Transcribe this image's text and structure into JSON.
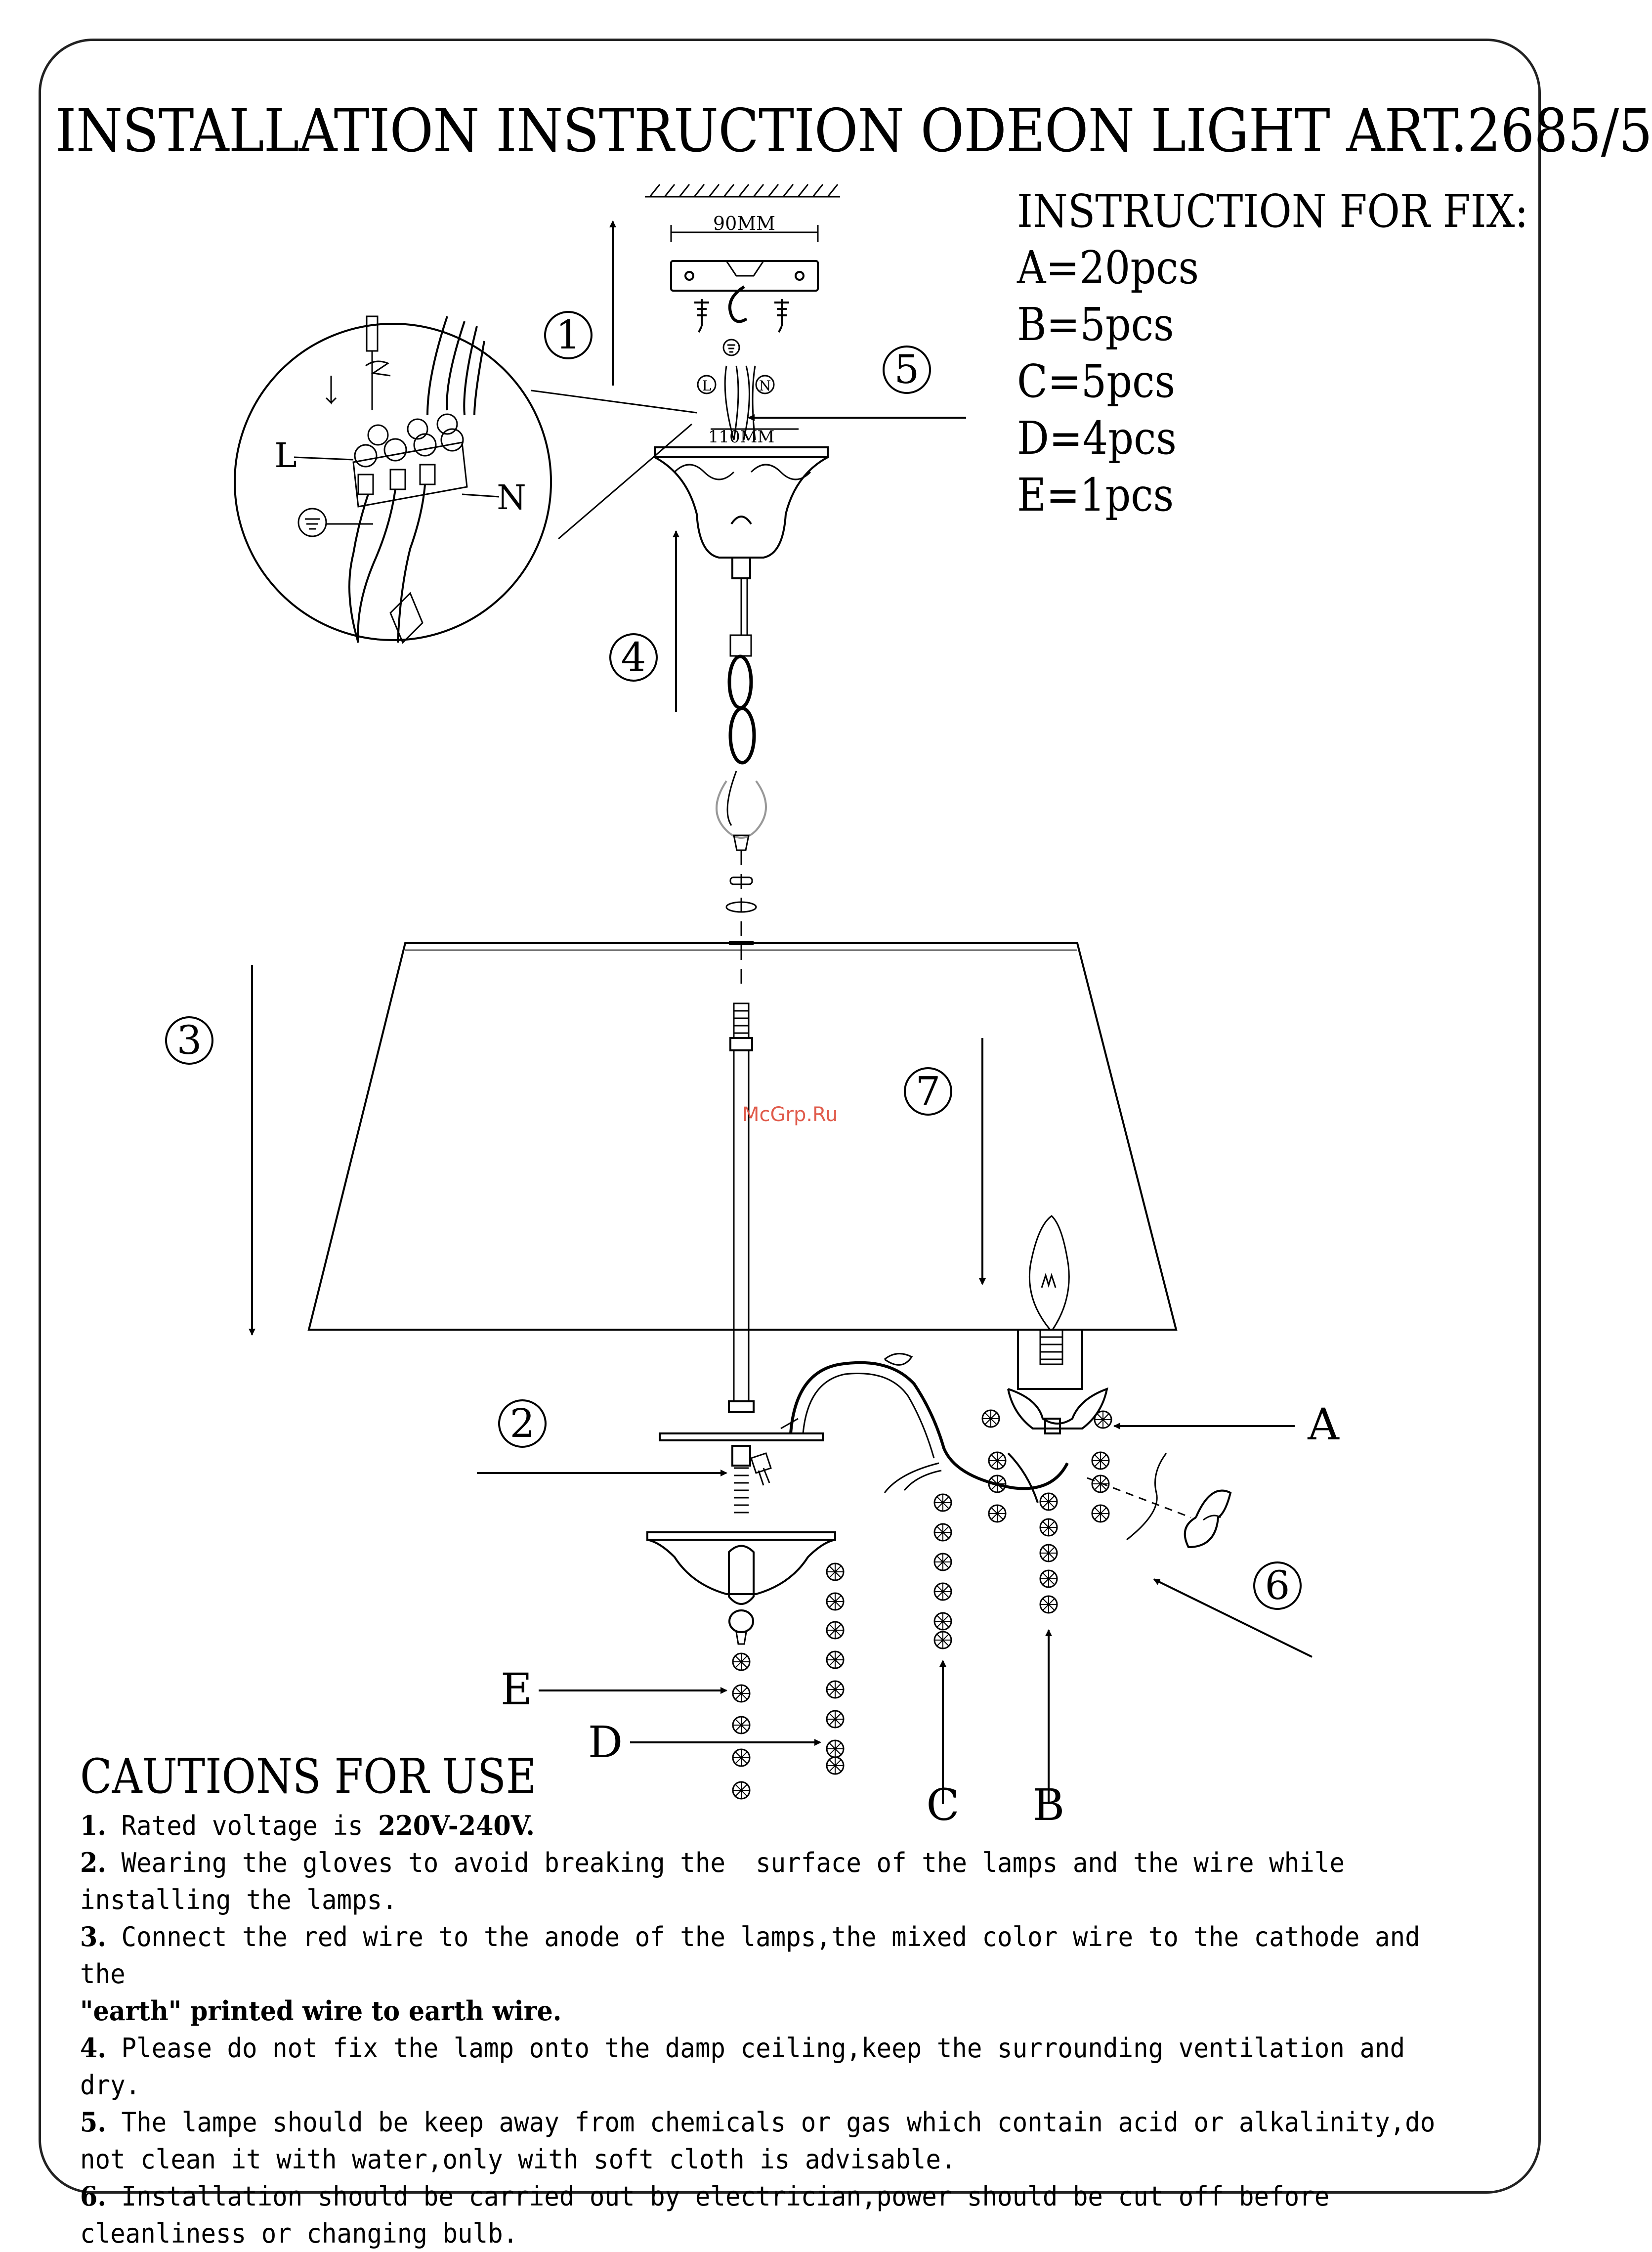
{
  "title": "INSTALLATION INSTRUCTION ODEON LIGHT ART.2685/5",
  "fix": {
    "heading": "INSTRUCTION FOR FIX:",
    "items": [
      "A=20pcs",
      "B=5pcs",
      "C=5pcs",
      "D=4pcs",
      "E=1pcs"
    ]
  },
  "diagram": {
    "bracket_dim": "90MM",
    "canopy_dim": "110MM",
    "wire_live": "L",
    "wire_neutral": "N",
    "wire_live_small": "L",
    "wire_neutral_small": "N",
    "steps": [
      "1",
      "2",
      "3",
      "4",
      "5",
      "6",
      "7"
    ],
    "parts": {
      "a": "A",
      "b": "B",
      "c": "C",
      "d": "D",
      "e": "E"
    },
    "watermark": "McGrp.Ru"
  },
  "cautions": {
    "title": "CAUTIONS FOR USE",
    "items": [
      {
        "num": "1.",
        "text": " Rated voltage is ",
        "bold": "220V-240V."
      },
      {
        "num": "2.",
        "text": " Wearing the gloves to avoid breaking the  surface of the lamps and the wire while\ninstalling the lamps.",
        "bold": ""
      },
      {
        "num": "3.",
        "text": " Connect the red wire to the anode of the lamps,the mixed color wire to the cathode and the\n",
        "bold": "\"earth\" printed wire to earth wire."
      },
      {
        "num": "4.",
        "text": " Please do not fix the lamp onto the damp ceiling,keep the surrounding ventilation and dry.",
        "bold": ""
      },
      {
        "num": "5.",
        "text": " The lampe should be keep away from chemicals or gas which contain acid or alkalinity,do\nnot clean it with water,only with soft cloth is advisable.",
        "bold": ""
      },
      {
        "num": "6.",
        "text": " Installation should be carried out by electrician,power should be cut off before\ncleanliness or changing bulb.",
        "bold": ""
      }
    ]
  }
}
